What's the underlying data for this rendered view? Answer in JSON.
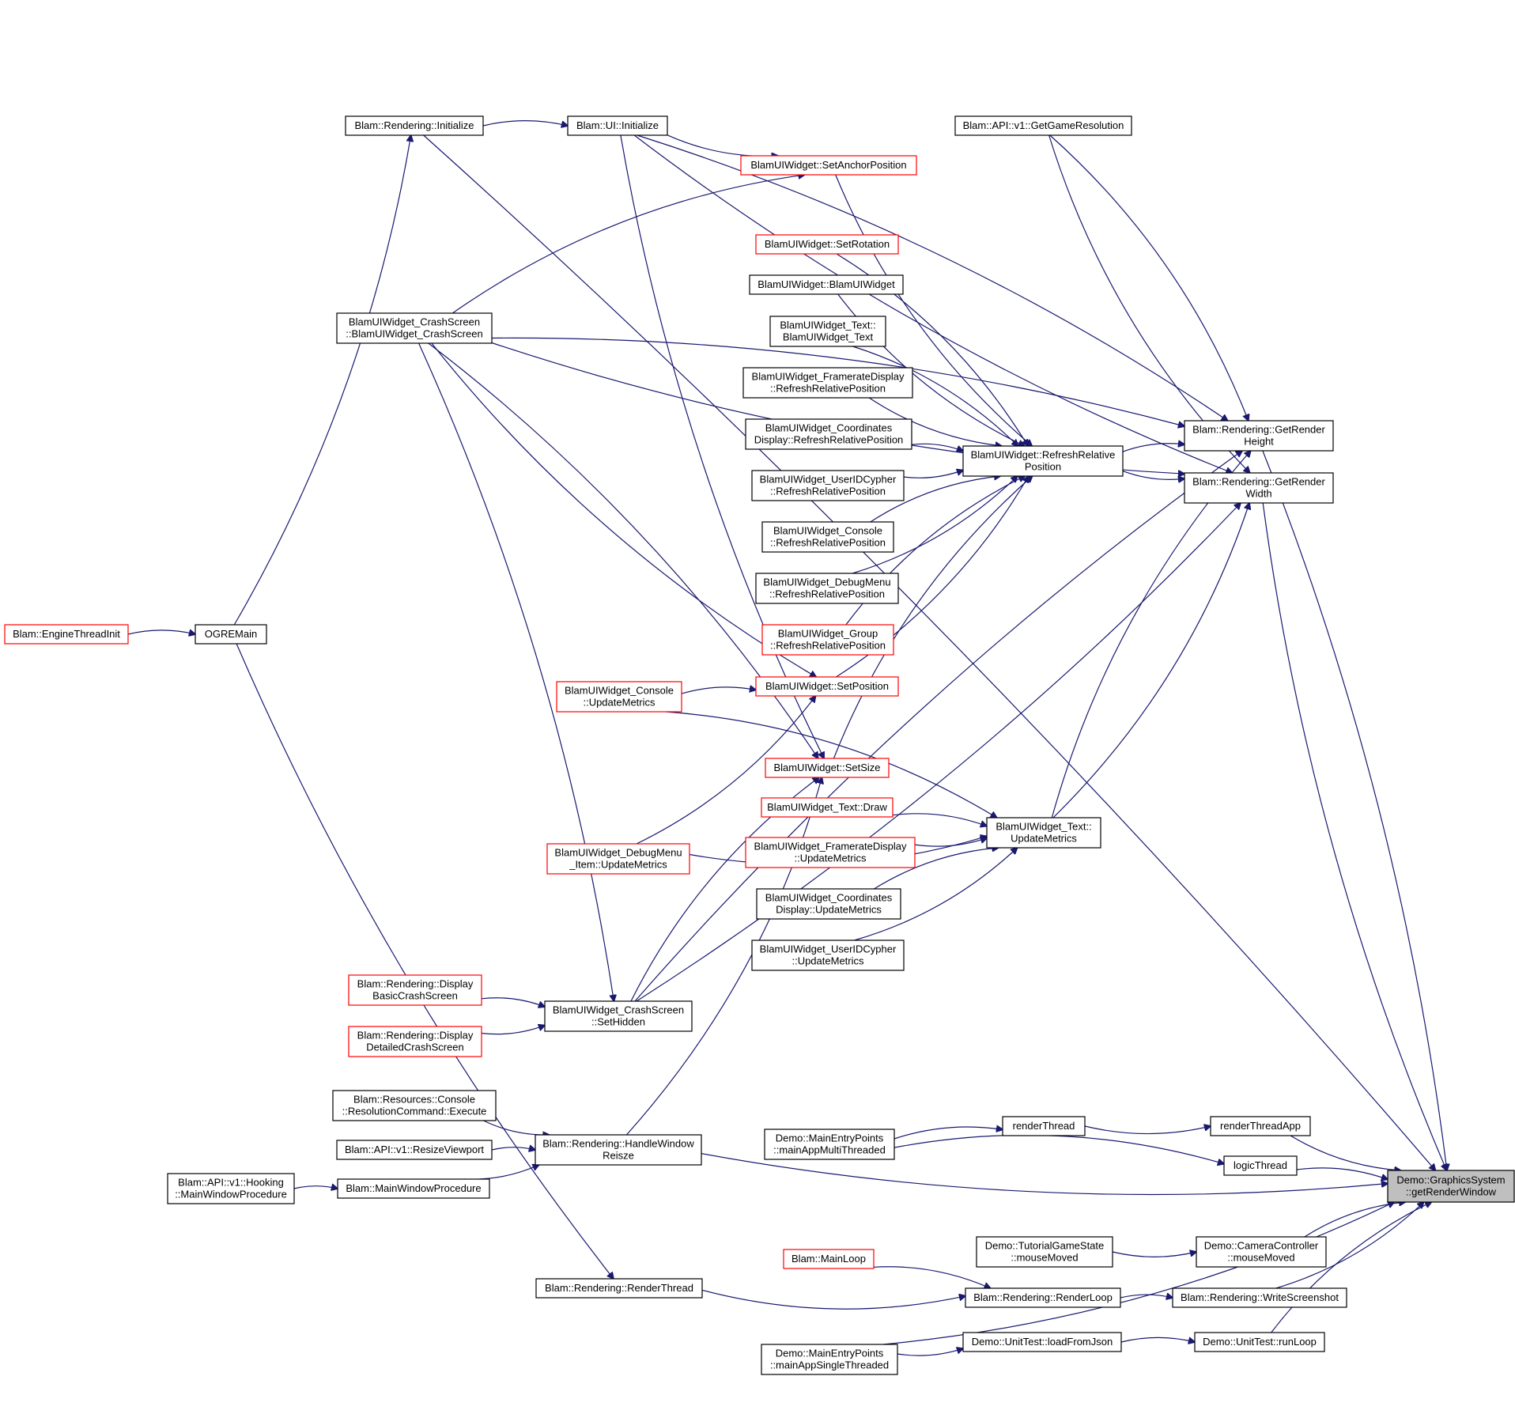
{
  "nodes": [
    {
      "id": "root",
      "lines": [
        "Demo::GraphicsSystem",
        "::getRenderWindow"
      ],
      "color": "root"
    },
    {
      "id": "gethh",
      "lines": [
        "Blam::Rendering::GetRender",
        "Height"
      ],
      "color": "black"
    },
    {
      "id": "getw",
      "lines": [
        "Blam::Rendering::GetRender",
        "Width"
      ],
      "color": "black"
    },
    {
      "id": "rinit",
      "lines": [
        "Blam::Rendering::Initialize"
      ],
      "color": "black"
    },
    {
      "id": "uiinit",
      "lines": [
        "Blam::UI::Initialize"
      ],
      "color": "black"
    },
    {
      "id": "ggr",
      "lines": [
        "Blam::API::v1::GetGameResolution"
      ],
      "color": "black"
    },
    {
      "id": "anchor",
      "lines": [
        "BlamUIWidget::SetAnchorPosition"
      ],
      "color": "red"
    },
    {
      "id": "rotation",
      "lines": [
        "BlamUIWidget::SetRotation"
      ],
      "color": "red"
    },
    {
      "id": "ctor",
      "lines": [
        "BlamUIWidget::BlamUIWidget"
      ],
      "color": "black"
    },
    {
      "id": "textctor",
      "lines": [
        "BlamUIWidget_Text::",
        "BlamUIWidget_Text"
      ],
      "color": "black"
    },
    {
      "id": "fr_rrp",
      "lines": [
        "BlamUIWidget_FramerateDisplay",
        "::RefreshRelativePosition"
      ],
      "color": "black"
    },
    {
      "id": "coord_rrp",
      "lines": [
        "BlamUIWidget_Coordinates",
        "Display::RefreshRelativePosition"
      ],
      "color": "black"
    },
    {
      "id": "uid_rrp",
      "lines": [
        "BlamUIWidget_UserIDCypher",
        "::RefreshRelativePosition"
      ],
      "color": "black"
    },
    {
      "id": "con_rrp",
      "lines": [
        "BlamUIWidget_Console",
        "::RefreshRelativePosition"
      ],
      "color": "black"
    },
    {
      "id": "dm_rrp",
      "lines": [
        "BlamUIWidget_DebugMenu",
        "::RefreshRelativePosition"
      ],
      "color": "black"
    },
    {
      "id": "grp_rrp",
      "lines": [
        "BlamUIWidget_Group",
        "::RefreshRelativePosition"
      ],
      "color": "red"
    },
    {
      "id": "rrp",
      "lines": [
        "BlamUIWidget::RefreshRelative",
        "Position"
      ],
      "color": "black"
    },
    {
      "id": "crashctor",
      "lines": [
        "BlamUIWidget_CrashScreen",
        "::BlamUIWidget_CrashScreen"
      ],
      "color": "black"
    },
    {
      "id": "con_um",
      "lines": [
        "BlamUIWidget_Console",
        "::UpdateMetrics"
      ],
      "color": "red"
    },
    {
      "id": "setpos",
      "lines": [
        "BlamUIWidget::SetPosition"
      ],
      "color": "red"
    },
    {
      "id": "setsize",
      "lines": [
        "BlamUIWidget::SetSize"
      ],
      "color": "red"
    },
    {
      "id": "textdraw",
      "lines": [
        "BlamUIWidget_Text::Draw"
      ],
      "color": "red"
    },
    {
      "id": "fr_um",
      "lines": [
        "BlamUIWidget_FramerateDisplay",
        "::UpdateMetrics"
      ],
      "color": "red"
    },
    {
      "id": "coord_um",
      "lines": [
        "BlamUIWidget_Coordinates",
        "Display::UpdateMetrics"
      ],
      "color": "black"
    },
    {
      "id": "uid_um",
      "lines": [
        "BlamUIWidget_UserIDCypher",
        "::UpdateMetrics"
      ],
      "color": "black"
    },
    {
      "id": "text_um",
      "lines": [
        "BlamUIWidget_Text::",
        "UpdateMetrics"
      ],
      "color": "black"
    },
    {
      "id": "dmi_um",
      "lines": [
        "BlamUIWidget_DebugMenu",
        "_Item::UpdateMetrics"
      ],
      "color": "red"
    },
    {
      "id": "engine",
      "lines": [
        "Blam::EngineThreadInit"
      ],
      "color": "red"
    },
    {
      "id": "ogre",
      "lines": [
        "OGREMain"
      ],
      "color": "black"
    },
    {
      "id": "basiccrash",
      "lines": [
        "Blam::Rendering::Display",
        "BasicCrashScreen"
      ],
      "color": "red"
    },
    {
      "id": "detcrash",
      "lines": [
        "Blam::Rendering::Display",
        "DetailedCrashScreen"
      ],
      "color": "red"
    },
    {
      "id": "sethidden",
      "lines": [
        "BlamUIWidget_CrashScreen",
        "::SetHidden"
      ],
      "color": "black"
    },
    {
      "id": "rescmd",
      "lines": [
        "Blam::Resources::Console",
        "::ResolutionCommand::Execute"
      ],
      "color": "black"
    },
    {
      "id": "resizevp",
      "lines": [
        "Blam::API::v1::ResizeViewport"
      ],
      "color": "black"
    },
    {
      "id": "hwr",
      "lines": [
        "Blam::Rendering::HandleWindow",
        "Reisze"
      ],
      "color": "black"
    },
    {
      "id": "mwp",
      "lines": [
        "Blam::MainWindowProcedure"
      ],
      "color": "black"
    },
    {
      "id": "hookmwp",
      "lines": [
        "Blam::API::v1::Hooking",
        "::MainWindowProcedure"
      ],
      "color": "black"
    },
    {
      "id": "mamt",
      "lines": [
        "Demo::MainEntryPoints",
        "::mainAppMultiThreaded"
      ],
      "color": "black"
    },
    {
      "id": "rthread",
      "lines": [
        "renderThread"
      ],
      "color": "black"
    },
    {
      "id": "rthreadapp",
      "lines": [
        "renderThreadApp"
      ],
      "color": "black"
    },
    {
      "id": "lthread",
      "lines": [
        "logicThread"
      ],
      "color": "black"
    },
    {
      "id": "tgs",
      "lines": [
        "Demo::TutorialGameState",
        "::mouseMoved"
      ],
      "color": "black"
    },
    {
      "id": "ccmm",
      "lines": [
        "Demo::CameraController",
        "::mouseMoved"
      ],
      "color": "black"
    },
    {
      "id": "mainloop",
      "lines": [
        "Blam::MainLoop"
      ],
      "color": "red"
    },
    {
      "id": "renderthread",
      "lines": [
        "Blam::Rendering::RenderThread"
      ],
      "color": "black"
    },
    {
      "id": "renderloop",
      "lines": [
        "Blam::Rendering::RenderLoop"
      ],
      "color": "black"
    },
    {
      "id": "screenshot",
      "lines": [
        "Blam::Rendering::WriteScreenshot"
      ],
      "color": "black"
    },
    {
      "id": "ut_load",
      "lines": [
        "Demo::UnitTest::loadFromJson"
      ],
      "color": "black"
    },
    {
      "id": "ut_run",
      "lines": [
        "Demo::UnitTest::runLoop"
      ],
      "color": "black"
    },
    {
      "id": "mast",
      "lines": [
        "Demo::MainEntryPoints",
        "::mainAppSingleThreaded"
      ],
      "color": "black"
    }
  ],
  "edges": [
    [
      "gethh",
      "root"
    ],
    [
      "getw",
      "root"
    ],
    [
      "rinit",
      "root"
    ],
    [
      "rthreadapp",
      "root"
    ],
    [
      "lthread",
      "root"
    ],
    [
      "hwr",
      "root"
    ],
    [
      "ccmm",
      "root"
    ],
    [
      "screenshot",
      "root"
    ],
    [
      "ut_run",
      "root"
    ],
    [
      "mast",
      "root"
    ],
    [
      "rrp",
      "gethh"
    ],
    [
      "rrp",
      "getw"
    ],
    [
      "uiinit",
      "gethh"
    ],
    [
      "uiinit",
      "getw"
    ],
    [
      "ggr",
      "gethh"
    ],
    [
      "ggr",
      "getw"
    ],
    [
      "crashctor",
      "gethh"
    ],
    [
      "crashctor",
      "getw"
    ],
    [
      "text_um",
      "gethh"
    ],
    [
      "text_um",
      "getw"
    ],
    [
      "sethidden",
      "gethh"
    ],
    [
      "sethidden",
      "getw"
    ],
    [
      "rinit",
      "uiinit"
    ],
    [
      "ogre",
      "rinit"
    ],
    [
      "engine",
      "ogre"
    ],
    [
      "uiinit",
      "anchor"
    ],
    [
      "crashctor",
      "anchor"
    ],
    [
      "anchor",
      "rrp"
    ],
    [
      "rotation",
      "rrp"
    ],
    [
      "ctor",
      "rrp"
    ],
    [
      "textctor",
      "rrp"
    ],
    [
      "fr_rrp",
      "rrp"
    ],
    [
      "coord_rrp",
      "rrp"
    ],
    [
      "uid_rrp",
      "rrp"
    ],
    [
      "con_rrp",
      "rrp"
    ],
    [
      "dm_rrp",
      "rrp"
    ],
    [
      "grp_rrp",
      "rrp"
    ],
    [
      "setpos",
      "rrp"
    ],
    [
      "setsize",
      "rrp"
    ],
    [
      "crashctor",
      "setpos"
    ],
    [
      "con_um",
      "setpos"
    ],
    [
      "dmi_um",
      "setpos"
    ],
    [
      "crashctor",
      "setsize"
    ],
    [
      "uiinit",
      "setsize"
    ],
    [
      "sethidden",
      "setsize"
    ],
    [
      "hwr",
      "setsize"
    ],
    [
      "con_um",
      "text_um"
    ],
    [
      "dmi_um",
      "text_um"
    ],
    [
      "textdraw",
      "text_um"
    ],
    [
      "fr_um",
      "text_um"
    ],
    [
      "coord_um",
      "text_um"
    ],
    [
      "uid_um",
      "text_um"
    ],
    [
      "basiccrash",
      "sethidden"
    ],
    [
      "detcrash",
      "sethidden"
    ],
    [
      "crashctor",
      "sethidden"
    ],
    [
      "rescmd",
      "hwr"
    ],
    [
      "resizevp",
      "hwr"
    ],
    [
      "mwp",
      "hwr"
    ],
    [
      "hookmwp",
      "mwp"
    ],
    [
      "ogre",
      "renderthread"
    ],
    [
      "mamt",
      "rthread"
    ],
    [
      "rthread",
      "rthreadapp"
    ],
    [
      "mamt",
      "lthread"
    ],
    [
      "tgs",
      "ccmm"
    ],
    [
      "mainloop",
      "renderloop"
    ],
    [
      "renderthread",
      "renderloop"
    ],
    [
      "renderloop",
      "screenshot"
    ],
    [
      "mast",
      "ut_load"
    ],
    [
      "ut_load",
      "ut_run"
    ]
  ]
}
